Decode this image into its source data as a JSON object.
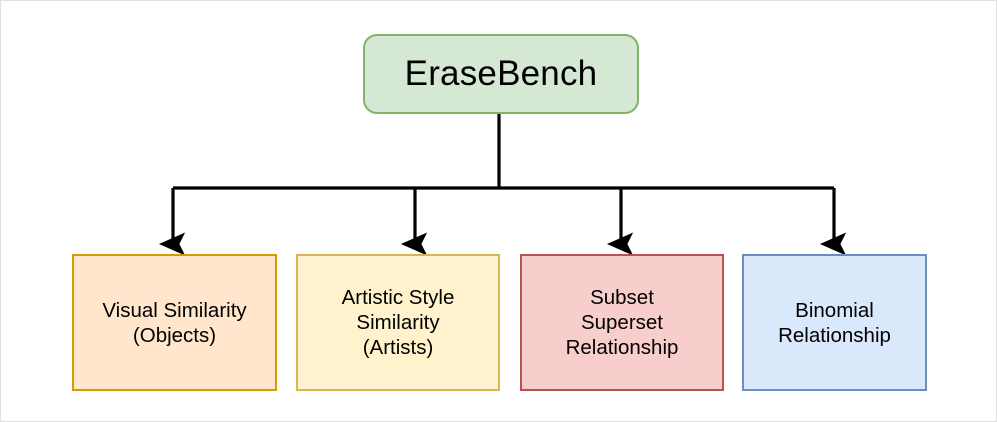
{
  "diagram": {
    "type": "hierarchy-tree",
    "background_color": "#ffffff",
    "edge_color": "#000000",
    "root": {
      "id": "erasebench",
      "label": "EraseBench",
      "fill_color": "#d5e8d4",
      "border_color": "#82b366",
      "shape": "rounded-rectangle"
    },
    "children": [
      {
        "id": "visual-similarity-objects",
        "label": "Visual Similarity\n(Objects)",
        "fill_color": "#ffe6cc",
        "border_color": "#d79b00",
        "shape": "rectangle"
      },
      {
        "id": "artistic-style-similarity-artists",
        "label": "Artistic Style\nSimilarity\n(Artists)",
        "fill_color": "#fff2cc",
        "border_color": "#d6b656",
        "shape": "rectangle"
      },
      {
        "id": "subset-superset-relationship",
        "label": "Subset\nSuperset\nRelationship",
        "fill_color": "#f8cecc",
        "border_color": "#b85450",
        "shape": "rectangle"
      },
      {
        "id": "binomial-relationship",
        "label": "Binomial\nRelationship",
        "fill_color": "#dae8fc",
        "border_color": "#6c8ebf",
        "shape": "rectangle"
      }
    ]
  }
}
